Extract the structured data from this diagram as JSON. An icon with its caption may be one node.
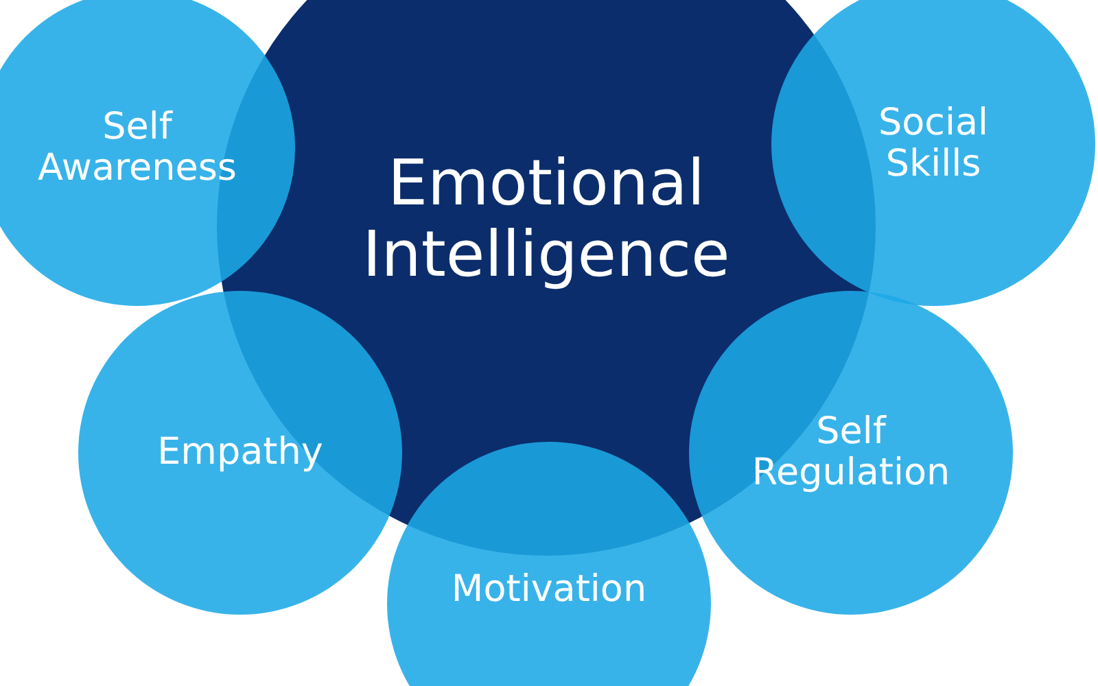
{
  "diagram": {
    "nodes": [
      {
        "text": [
          "Emotional Intelligence"
        ]
      },
      {
        "text": [
          "Self Awareness"
        ]
      },
      {
        "text": [
          "Social Skills"
        ]
      },
      {
        "text": [
          "Empathy"
        ]
      },
      {
        "text": [
          "Self Regulation"
        ]
      },
      {
        "text": [
          "Motivation"
        ]
      }
    ]
  }
}
